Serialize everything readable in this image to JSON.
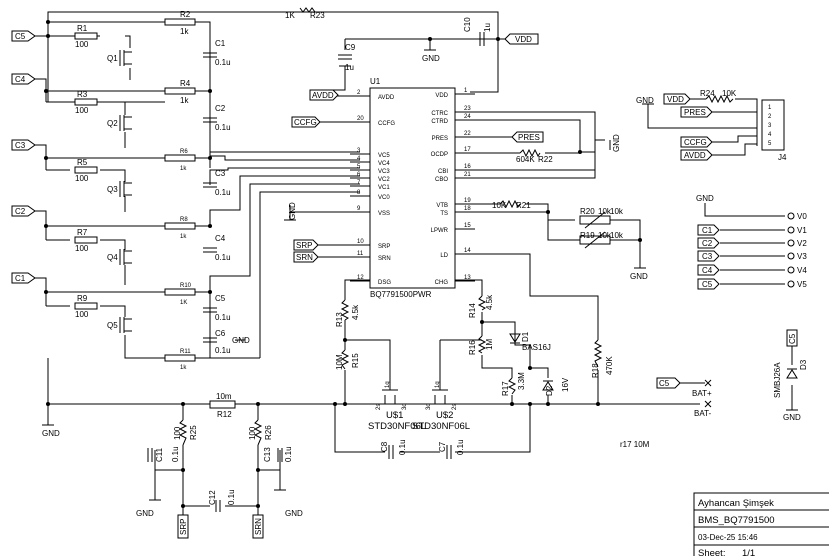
{
  "ic": {
    "ref": "U1",
    "part": "BQ7791500PWR",
    "left_pins": [
      {
        "num": "2",
        "name": "AVDD"
      },
      {
        "num": "20",
        "name": "CCFG"
      },
      {
        "num": "3",
        "name": "VC5"
      },
      {
        "num": "4",
        "name": "VC4"
      },
      {
        "num": "5",
        "name": "VC3"
      },
      {
        "num": "6",
        "name": "VC2"
      },
      {
        "num": "7",
        "name": "VC1"
      },
      {
        "num": "8",
        "name": "VC0"
      },
      {
        "num": "9",
        "name": "VSS"
      },
      {
        "num": "10",
        "name": "SRP"
      },
      {
        "num": "11",
        "name": "SRN"
      },
      {
        "num": "12",
        "name": "DSG"
      }
    ],
    "right_pins": [
      {
        "num": "1",
        "name": "VDD"
      },
      {
        "num": "23",
        "name": "CTRC"
      },
      {
        "num": "24",
        "name": "CTRD"
      },
      {
        "num": "22",
        "name": "PRES"
      },
      {
        "num": "17",
        "name": "OCDP"
      },
      {
        "num": "16",
        "name": "CBI"
      },
      {
        "num": "21",
        "name": "CBO"
      },
      {
        "num": "19",
        "name": "VTB"
      },
      {
        "num": "18",
        "name": "TS"
      },
      {
        "num": "15",
        "name": "LPWR"
      },
      {
        "num": "14",
        "name": "LD"
      },
      {
        "num": "13",
        "name": "CHG"
      }
    ]
  },
  "labels": {
    "c5": "C5",
    "c4": "C4",
    "c3": "C3",
    "c2": "C2",
    "c1": "C1",
    "vdd": "VDD",
    "avdd": "AVDD",
    "ccfg": "CCFG",
    "srp": "SRP",
    "srn": "SRN",
    "pres": "PRES",
    "gnd": "GND"
  },
  "balance": [
    {
      "q": "Q1",
      "r_in": "R1",
      "r_in_val": "100",
      "r_g": "R2",
      "r_g_val": "1k",
      "cap": "C1",
      "cap_val": "0.1u"
    },
    {
      "q": "Q2",
      "r_in": "R3",
      "r_in_val": "100",
      "r_g": "R4",
      "r_g_val": "1k",
      "cap": "C2",
      "cap_val": "0.1u"
    },
    {
      "q": "Q3",
      "r_in": "R5",
      "r_in_val": "100",
      "r_g": "R6",
      "r_g_val": "1k",
      "cap": "C3",
      "cap_val": "0.1u"
    },
    {
      "q": "Q4",
      "r_in": "R7",
      "r_in_val": "100",
      "r_g": "R8",
      "r_g_val": "1k",
      "cap": "C4",
      "cap_val": "0.1u"
    },
    {
      "q": "Q5",
      "r_in": "R9",
      "r_in_val": "100",
      "r_g": "R10",
      "r_g_val": "1K",
      "cap": "C5",
      "cap_val": "0.1u"
    }
  ],
  "parts": {
    "r23": "R23",
    "r23_val": "1K",
    "c10": "C10",
    "c10_val": "1u",
    "c9": "C9",
    "c9_val": "1u",
    "r11": "R11",
    "r11_val": "1k",
    "c6": "C6",
    "c6_val": "0.1u",
    "r22": "R22",
    "r22_val": "604K",
    "r21": "R21",
    "r21_val": "10K",
    "r20": "R20",
    "r20_val": "10k",
    "r20_val2": "10k",
    "r19": "R19",
    "r19_val": "10k",
    "r19_val2": "10k",
    "r13": "R13",
    "r13_val": "4.5k",
    "r14": "R14",
    "r14_val": "4.5k",
    "d1": "D1",
    "d1_val": "BAS16J",
    "r16": "R16",
    "r16_val": "1M",
    "r17": "R17",
    "r17_val": "3.3M",
    "d2": "D2",
    "d2_val": "16V",
    "r18": "R18",
    "r18_val": "470K",
    "r15": "R15",
    "r15_val": "10M",
    "u1a": "U$1",
    "u1a_val": "STD30NF06L",
    "u2a": "U$2",
    "u2a_val": "STD30NF06L",
    "pin_g": "1g",
    "pin_s": "2s",
    "pin_d": "3d",
    "c8": "C8",
    "c8_val": "0.1u",
    "c7": "C7",
    "c7_val": "0.1u",
    "r12": "R12",
    "r12_val": "10m",
    "r25": "R25",
    "r25_val": "100",
    "r26": "R26",
    "r26_val": "100",
    "c11": "C11",
    "c11_val": "0.1u",
    "c13": "C13",
    "c13_val": "0.1u",
    "c12": "C12",
    "c12_val": "0.1u",
    "r24": "R24",
    "r24_val": "10K",
    "j4": "J4",
    "d3": "D3",
    "d3_val": "SMBJ26A",
    "batp": "BAT+",
    "batn": "BAT-",
    "note": "r17 10M"
  },
  "j4_pins": [
    "1",
    "2",
    "3",
    "4",
    "5"
  ],
  "conn": [
    {
      "label": "GND",
      "pin": "V0"
    },
    {
      "label": "C1",
      "pin": "V1"
    },
    {
      "label": "C2",
      "pin": "V2"
    },
    {
      "label": "C3",
      "pin": "V3"
    },
    {
      "label": "C4",
      "pin": "V4"
    },
    {
      "label": "C5",
      "pin": "V5"
    }
  ],
  "title_block": {
    "author": "Ayhancan Şimşek",
    "project": "BMS_BQ7791500",
    "date": "03-Dec-25 15:46",
    "sheet_label": "Sheet:",
    "sheet": "1/1"
  }
}
